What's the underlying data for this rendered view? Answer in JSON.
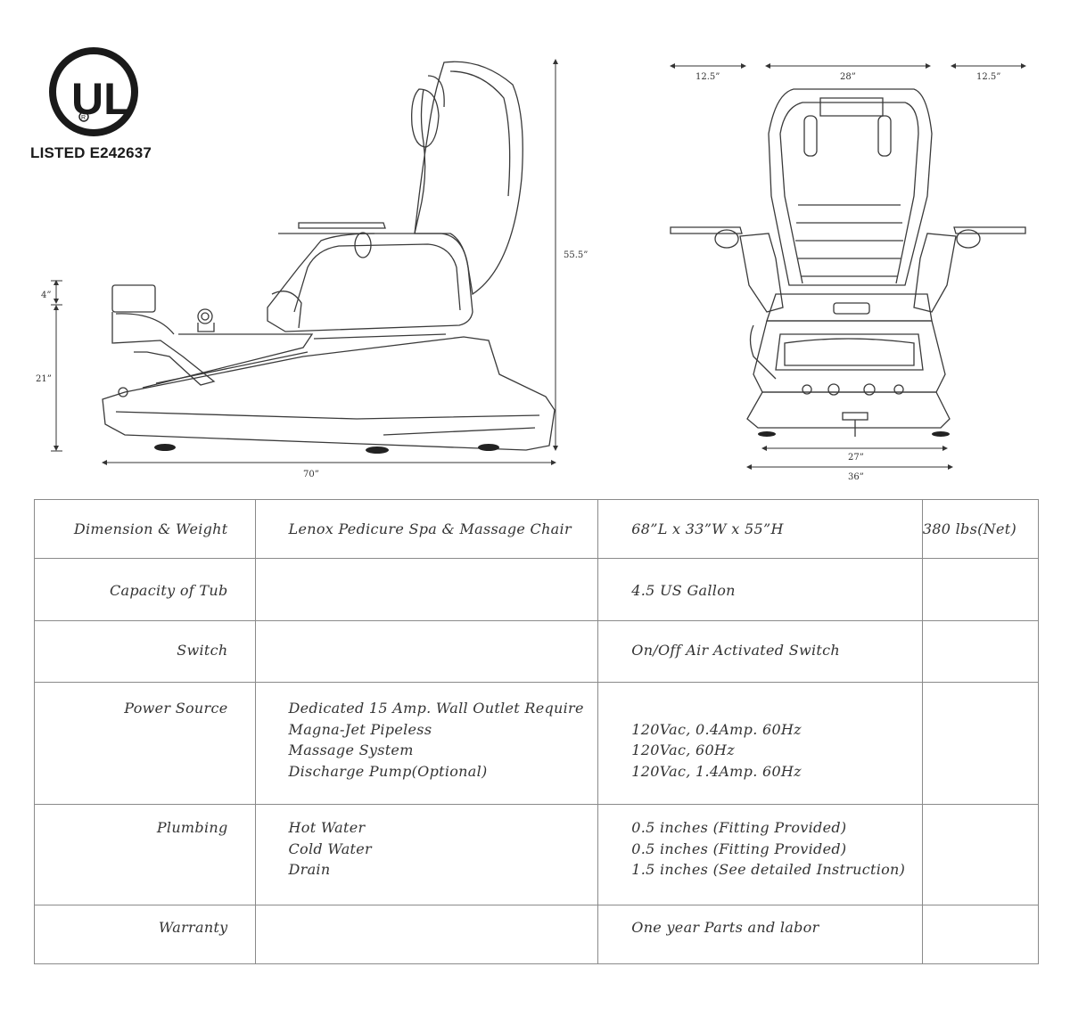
{
  "logo": {
    "mark_letters": "UL",
    "registered": "R",
    "listed_text": "LISTED E242637"
  },
  "dimensions": {
    "top_height": "4”",
    "seat_height": "21”",
    "overall_length": "70”",
    "overall_height": "55.5”",
    "tray_left": "12.5”",
    "chair_width": "28”",
    "tray_right": "12.5”",
    "base_width": "27”",
    "overall_width": "36”"
  },
  "spec_table": {
    "rows": [
      {
        "label": "Dimension & Weight",
        "col1": [
          "Lenox Pedicure Spa & Massage Chair"
        ],
        "col2": [
          "68”L x 33”W x 55”H"
        ],
        "col3": "380 lbs(Net)"
      },
      {
        "label": "Capacity of Tub",
        "col1": [],
        "col2": [
          "4.5 US Gallon"
        ],
        "col3": ""
      },
      {
        "label": "Switch",
        "col1": [],
        "col2": [
          "On/Off Air Activated Switch"
        ],
        "col3": ""
      },
      {
        "label": "Power Source",
        "col1": [
          "Dedicated 15 Amp. Wall Outlet Require",
          "Magna-Jet Pipeless",
          "Massage System",
          "Discharge Pump(Optional)"
        ],
        "col2": [
          "",
          "120Vac, 0.4Amp. 60Hz",
          "120Vac, 60Hz",
          "120Vac, 1.4Amp. 60Hz"
        ],
        "col3": ""
      },
      {
        "label": "Plumbing",
        "col1": [
          "Hot Water",
          "Cold Water",
          "Drain"
        ],
        "col2": [
          "0.5 inches (Fitting Provided)",
          "0.5 inches (Fitting Provided)",
          "1.5 inches (See detailed Instruction)"
        ],
        "col3": ""
      },
      {
        "label": "Warranty",
        "col1": [],
        "col2": [
          "One year Parts and labor"
        ],
        "col3": ""
      }
    ]
  }
}
